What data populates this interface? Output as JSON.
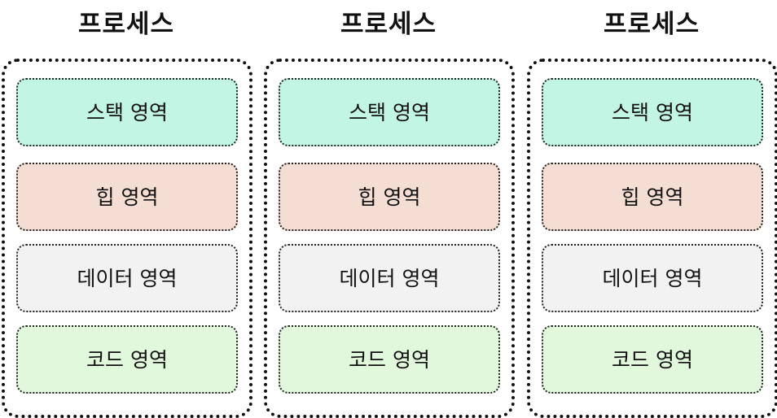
{
  "processes": [
    {
      "title": "프로세스",
      "regions": {
        "stack": "스택 영역",
        "heap": "힙 영역",
        "data": "데이터 영역",
        "code": "코드 영역"
      }
    },
    {
      "title": "프로세스",
      "regions": {
        "stack": "스택 영역",
        "heap": "힙 영역",
        "data": "데이터 영역",
        "code": "코드 영역"
      }
    },
    {
      "title": "프로세스",
      "regions": {
        "stack": "스택 영역",
        "heap": "힙 영역",
        "data": "데이터 영역",
        "code": "코드 영역"
      }
    }
  ],
  "colors": {
    "stack": "#c2f5e3",
    "heap": "#f4ddd2",
    "data": "#f2f2f2",
    "code": "#e2f8dc",
    "border": "#111111"
  }
}
